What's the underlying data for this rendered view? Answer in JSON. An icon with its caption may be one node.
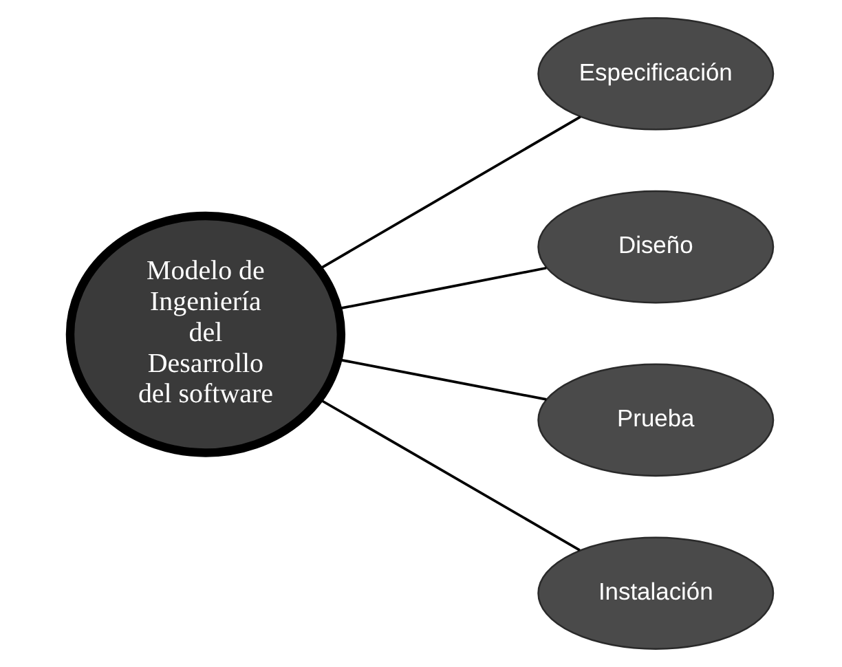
{
  "diagram": {
    "nodes": [
      {
        "text": [
          "Modelo de Ingeniería del Desarrollo del software"
        ]
      },
      {
        "text": [
          "Especificación"
        ]
      },
      {
        "text": [
          "Diseño"
        ]
      },
      {
        "text": [
          "Prueba"
        ]
      },
      {
        "text": [
          "Instalación"
        ]
      }
    ],
    "edges": [
      {
        "from": 0,
        "to": 1,
        "arrow": "none"
      },
      {
        "from": 0,
        "to": 2,
        "arrow": "none"
      },
      {
        "from": 0,
        "to": 3,
        "arrow": "none"
      },
      {
        "from": 0,
        "to": 4,
        "arrow": "none"
      }
    ]
  }
}
